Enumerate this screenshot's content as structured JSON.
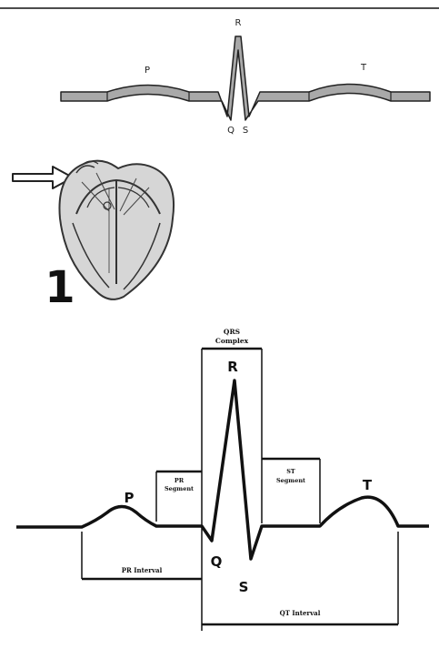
{
  "top_strip": {
    "labels": {
      "p": "P",
      "r": "R",
      "t": "T",
      "q": "Q",
      "s": "S"
    }
  },
  "heart": {
    "panel_number": "1",
    "icons": {
      "arrow": "right-arrow-icon",
      "heart": "heart-cross-section-icon"
    }
  },
  "bottom_ecg": {
    "labels": {
      "qrs_line1": "QRS",
      "qrs_line2": "Complex",
      "pr_seg_line1": "PR",
      "pr_seg_line2": "Segment",
      "st_seg_line1": "ST",
      "st_seg_line2": "Segment",
      "p": "P",
      "r": "R",
      "t": "T",
      "q": "Q",
      "s": "S",
      "pr_interval": "PR Interval",
      "qt_interval": "QT Interval"
    }
  },
  "colors": {
    "strip_fill": "#a9a9a9",
    "line": "#111111",
    "heart_fill": "#d6d6d6"
  }
}
